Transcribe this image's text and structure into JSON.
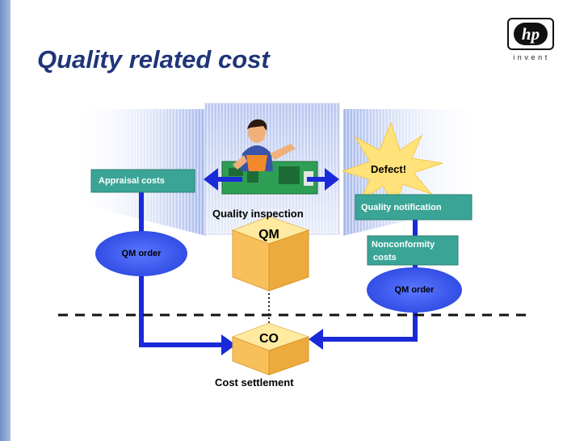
{
  "slide": {
    "title": "Quality related cost"
  },
  "logo": {
    "mark": "hp",
    "tagline": "invent"
  },
  "diagram": {
    "appraisal_costs": "Appraisal costs",
    "qm_order_left": "QM order",
    "quality_inspection": "Quality inspection",
    "qm_cube": "QM",
    "defect": "Defect!",
    "quality_notification": "Quality notification",
    "nonconformity_line1": "Nonconformity",
    "nonconformity_line2": "costs",
    "qm_order_right": "QM order",
    "co_cube": "CO",
    "cost_settlement": "Cost settlement"
  },
  "colors": {
    "title": "#1f3578",
    "teal_box": "#3aa596",
    "ellipse": "#3355ee",
    "arrow": "#1a2ad8",
    "cube_front": "#f7c05a",
    "cube_top": "#ffeaa0",
    "cube_side": "#ecab3c",
    "defect_burst": "#ffe27a"
  }
}
